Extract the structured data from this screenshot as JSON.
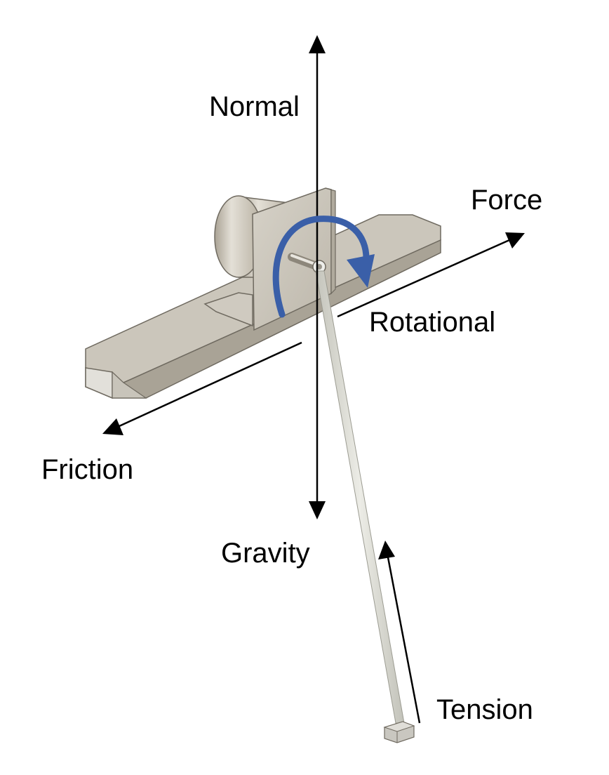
{
  "labels": {
    "normal": "Normal",
    "force": "Force",
    "rotational": "Rotational",
    "friction": "Friction",
    "gravity": "Gravity",
    "tension": "Tension"
  },
  "colors": {
    "arrow": "#000000",
    "rotation_arrow": "#3a5fa8",
    "part_top": "#cfcbc1",
    "part_side": "#b9b4a8",
    "part_end": "#dcdad4",
    "cylinder": "#c9c3b6",
    "rod": "#d8d8d0",
    "label_text": "#000000"
  }
}
